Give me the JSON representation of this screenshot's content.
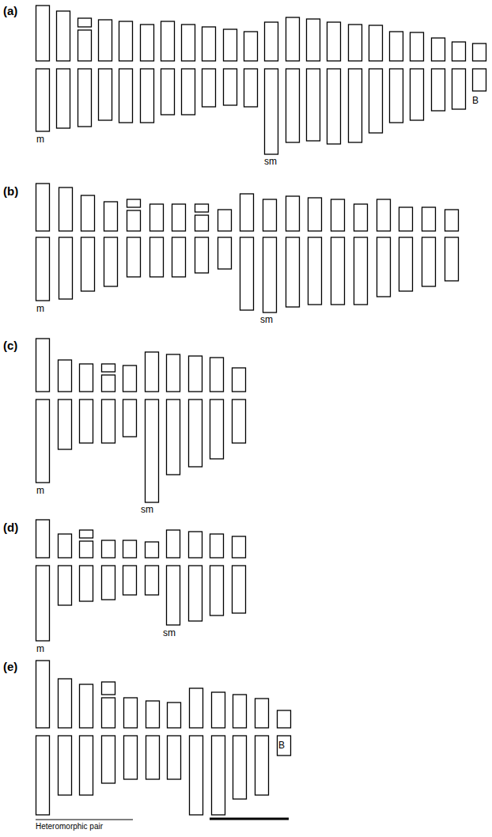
{
  "diagram": {
    "labels": [
      "(a)",
      "m",
      "sm",
      "B",
      "(b)",
      "m",
      "sm",
      "(c)",
      "m",
      "sm",
      "(d)",
      "m",
      "sm",
      "(e)",
      "B",
      "Heteromorphic pair"
    ]
  }
}
